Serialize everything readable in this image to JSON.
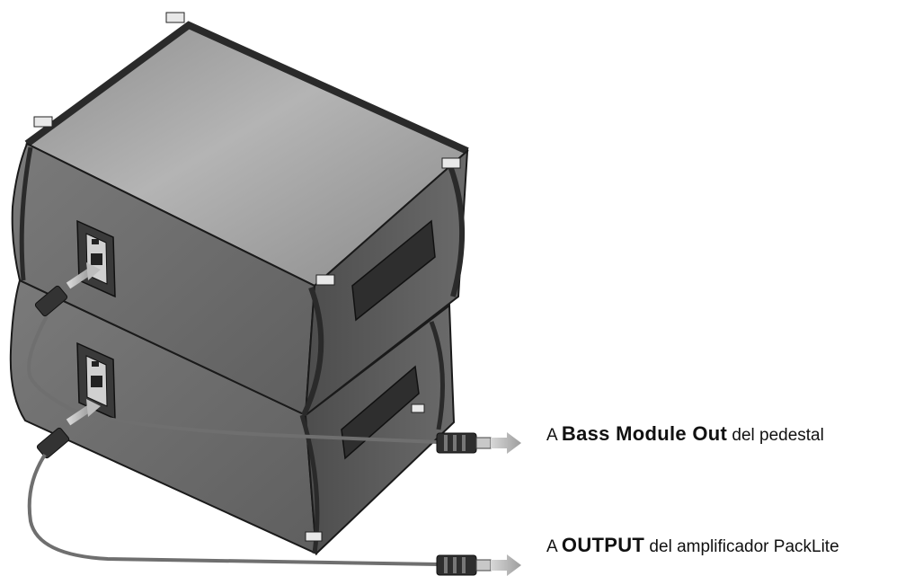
{
  "callouts": [
    {
      "prefix": "A ",
      "emphasis": "Bass Module Out",
      "suffix": " del pedestal"
    },
    {
      "prefix": "A ",
      "emphasis": "OUTPUT",
      "suffix": " del amplificador PackLite"
    }
  ],
  "colors": {
    "cabinet_top": "#9a9a9a",
    "cabinet_side": "#6e6e6e",
    "cabinet_front": "#5a5a5a",
    "edge": "#1a1a1a",
    "cable": "#777777",
    "arrow": "#bdbdbd"
  }
}
